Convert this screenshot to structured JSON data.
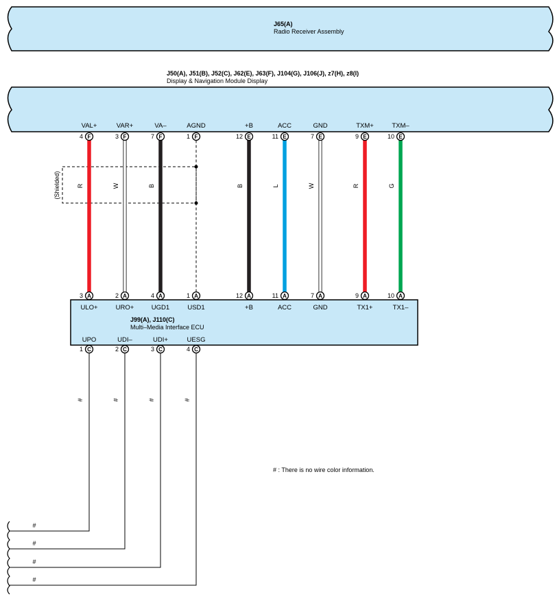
{
  "radio": {
    "id": "J65(A)",
    "name": "Radio Receiver Assembly"
  },
  "display": {
    "id": "J50(A), J51(B), J52(C), J62(E), J63(F), J104(G), J106(J), z7(H), z8(I)",
    "name": "Display & Navigation Module Display"
  },
  "ecu": {
    "id": "J99(A), J110(C)",
    "name": "Multi–Media Interface ECU"
  },
  "shield_label": "(Shielded)",
  "note": "# : There is no wire color information.",
  "top_pins": [
    {
      "signal": "VAL+",
      "num": "4",
      "conn": "F"
    },
    {
      "signal": "VAR+",
      "num": "3",
      "conn": "F"
    },
    {
      "signal": "VA–",
      "num": "7",
      "conn": "F"
    },
    {
      "signal": "AGND",
      "num": "1",
      "conn": "F"
    },
    {
      "signal": "+B",
      "num": "12",
      "conn": "E"
    },
    {
      "signal": "ACC",
      "num": "11",
      "conn": "E"
    },
    {
      "signal": "GND",
      "num": "7",
      "conn": "E"
    },
    {
      "signal": "TXM+",
      "num": "9",
      "conn": "E"
    },
    {
      "signal": "TXM–",
      "num": "10",
      "conn": "E"
    }
  ],
  "ecu_top_pins": [
    {
      "signal": "ULO+",
      "num": "3",
      "conn": "A"
    },
    {
      "signal": "URO+",
      "num": "2",
      "conn": "A"
    },
    {
      "signal": "UGD1",
      "num": "4",
      "conn": "A"
    },
    {
      "signal": "USD1",
      "num": "1",
      "conn": "A"
    },
    {
      "signal": "+B",
      "num": "12",
      "conn": "A"
    },
    {
      "signal": "ACC",
      "num": "11",
      "conn": "A"
    },
    {
      "signal": "GND",
      "num": "7",
      "conn": "A"
    },
    {
      "signal": "TX1+",
      "num": "9",
      "conn": "A"
    },
    {
      "signal": "TX1–",
      "num": "10",
      "conn": "A"
    }
  ],
  "wires": [
    {
      "color_code": "R",
      "color": "#ee1c25"
    },
    {
      "color_code": "W",
      "color": "#ffffff"
    },
    {
      "color_code": "B",
      "color": "#231f20"
    },
    {
      "color_code": "",
      "color": "shield"
    },
    {
      "color_code": "B",
      "color": "#231f20"
    },
    {
      "color_code": "L",
      "color": "#00a0e0"
    },
    {
      "color_code": "W",
      "color": "#ffffff"
    },
    {
      "color_code": "R",
      "color": "#ee1c25"
    },
    {
      "color_code": "G",
      "color": "#00a651"
    }
  ],
  "ecu_bottom_pins": [
    {
      "signal": "UPO",
      "num": "1",
      "conn": "C",
      "wire_label": "#"
    },
    {
      "signal": "UDI–",
      "num": "2",
      "conn": "C",
      "wire_label": "#"
    },
    {
      "signal": "UDI+",
      "num": "3",
      "conn": "C",
      "wire_label": "#"
    },
    {
      "signal": "UESG",
      "num": "4",
      "conn": "C",
      "wire_label": "#"
    }
  ],
  "colors": {
    "component_fill": "#c8e8f8",
    "outline": "#000000"
  }
}
